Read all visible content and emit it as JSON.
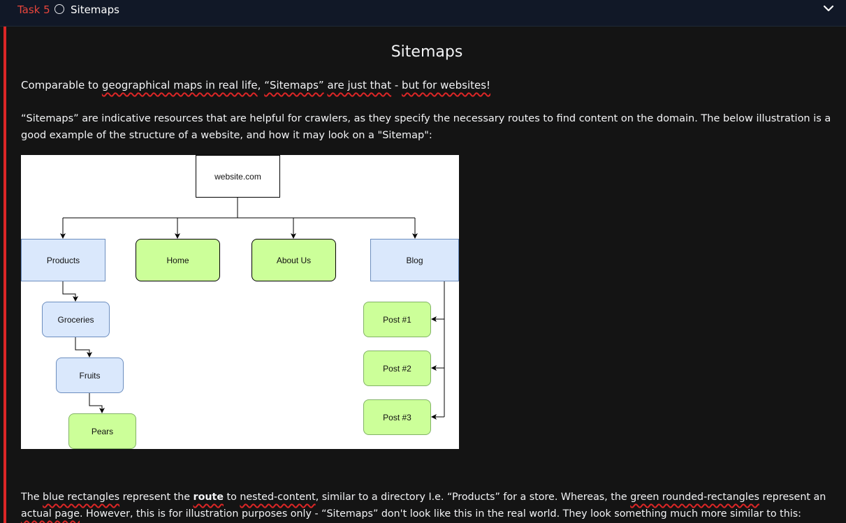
{
  "header": {
    "task_label": "Task 5",
    "title": "Sitemaps",
    "status_icon": "circle-outline-icon",
    "expand_icon": "chevron-down-icon"
  },
  "article": {
    "heading": "Sitemaps",
    "para1": {
      "t1": "Comparable to ",
      "u1": "geographical maps in real life",
      "t2": ", ",
      "u2": "“Sitemaps”",
      "t3": " ",
      "u3": "are just that",
      "t4": " - ",
      "u4": "but for websites!"
    },
    "para2": {
      "line1": "“Sitemaps” are indicative resources that are helpful for crawlers, as they specify the necessary routes to find content on the domain. The below illustration is a",
      "line2": "good example of the structure of a website, and how it may look on a \"Sitemap\":"
    },
    "para3": {
      "t1": "The ",
      "u1": "blue rectangles",
      "t2": " represent the ",
      "u2": "route",
      "t3": " to ",
      "u3": "nested-content",
      "t4": ", similar to a directory I.e. “Products” for a store. Whereas, the ",
      "u4": "green rounded-rectangles",
      "t5": " represent an",
      "u5": "actual page",
      "t6": ". However, this is for illustration purposes only - “Sitemaps” don't look like this in the real world. They look something much more similar to this:"
    }
  },
  "diagram": {
    "root": "website.com",
    "products": "Products",
    "home": "Home",
    "about": "About Us",
    "blog": "Blog",
    "groceries": "Groceries",
    "fruits": "Fruits",
    "pears": "Pears",
    "post1": "Post #1",
    "post2": "Post #2",
    "post3": "Post #3"
  },
  "colors": {
    "accent_red": "#dc2626",
    "header_bg": "#111827",
    "page_bg": "#141414",
    "route_blue": "#dae8fc",
    "page_green": "#ccff99"
  }
}
